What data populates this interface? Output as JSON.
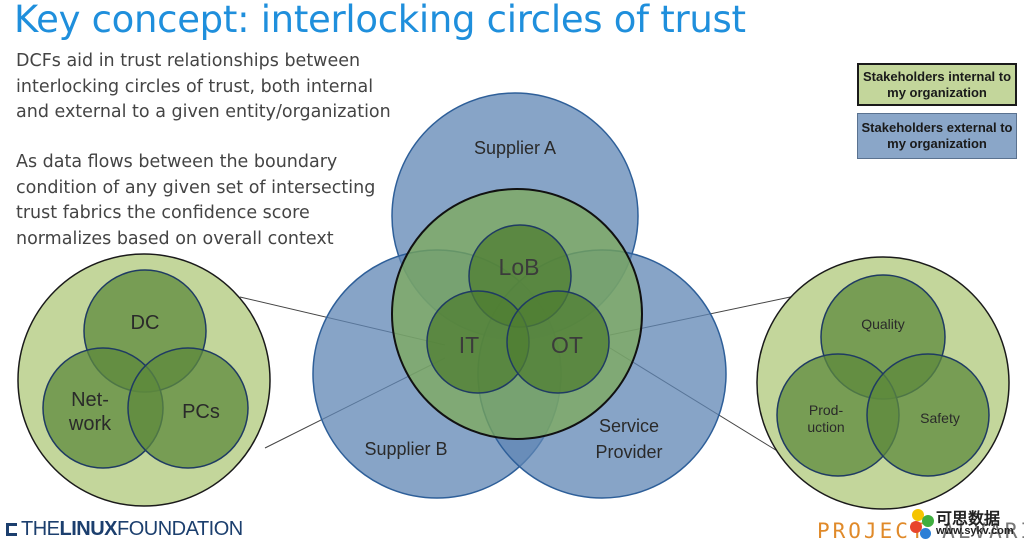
{
  "title": "Key concept: interlocking circles of trust",
  "paragraph1": "DCFs aid in trust relationships between interlocking circles of trust, both internal and external to a given entity/organization",
  "paragraph2": "As data flows between the boundary condition of any given set of intersecting trust fabrics the confidence score normalizes based on overall context",
  "legend": {
    "internal": "Stakeholders internal to my organization",
    "external": "Stakeholders external to my organization"
  },
  "center": {
    "supplier_a": "Supplier A",
    "supplier_b": "Supplier B",
    "service_provider_line1": "Service",
    "service_provider_line2": "Provider",
    "lob": "LoB",
    "it": "IT",
    "ot": "OT"
  },
  "left_cluster": {
    "dc": "DC",
    "network_line1": "Net-",
    "network_line2": "work",
    "pcs": "PCs"
  },
  "right_cluster": {
    "quality": "Quality",
    "production_line1": "Prod-",
    "production_line2": "uction",
    "safety": "Safety"
  },
  "footer": {
    "lf_the": "THE",
    "lf_linux": "LINUX",
    "lf_foundation": "FOUNDATION",
    "project": "PROJECT ",
    "alvarium": "ALVARIUM",
    "watermark_cn": "可思数据",
    "watermark_url": "www.sykv.com"
  },
  "colors": {
    "title": "#1f8fdc",
    "internal_fill": "#c3d69b",
    "external_fill": "#8aa6c8",
    "circle_green": "#6a9a4c",
    "circle_blue": "#5f86b4"
  }
}
